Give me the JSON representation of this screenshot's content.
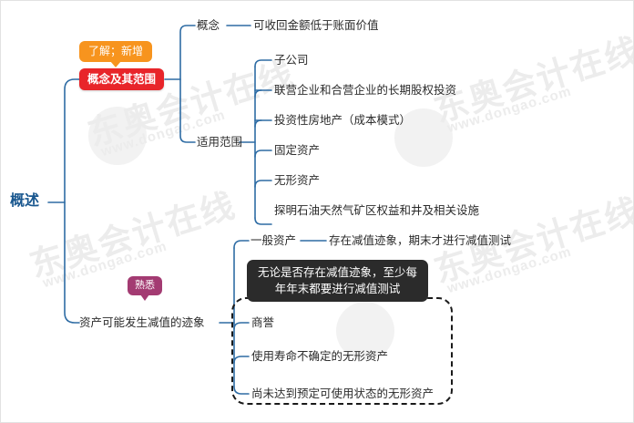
{
  "root": {
    "label": "概述"
  },
  "branch_concept": {
    "badge": "了解；新增",
    "label": "概念及其范围",
    "children": {
      "concept": {
        "label": "概念",
        "detail": "可收回金额低于账面价值"
      },
      "scope": {
        "label": "适用范围",
        "items": [
          "子公司",
          "联营企业和合营企业的长期股权投资",
          "投资性房地产（成本模式）",
          "固定资产",
          "无形资产",
          "探明石油天然气矿区权益和井及相关设施"
        ]
      }
    }
  },
  "branch_signs": {
    "badge": "熟悉",
    "label": "资产可能发生减值的迹象",
    "general_asset": {
      "label": "一般资产",
      "detail": "存在减值迹象，期末才进行减值测试"
    },
    "annual_test_note": {
      "line1": "无论是否存在减值迹象，至少每",
      "line2": "年年末都要进行减值测试"
    },
    "annual_items": [
      "商誉",
      "使用寿命不确定的无形资产",
      "尚未达到预定可使用状态的无形资产"
    ]
  },
  "watermark": {
    "brand": "东奥会计在线",
    "url": "www.dongao.com"
  },
  "colors": {
    "line": "#2e6ca4",
    "root_text": "#19578f",
    "red_node": "#e8252a",
    "orange_badge": "#f7941e",
    "purple_badge": "#a33b72",
    "tooltip_bg": "#2b2b2b",
    "dash_border": "#1a1a1a",
    "watermark": "#ececec"
  }
}
